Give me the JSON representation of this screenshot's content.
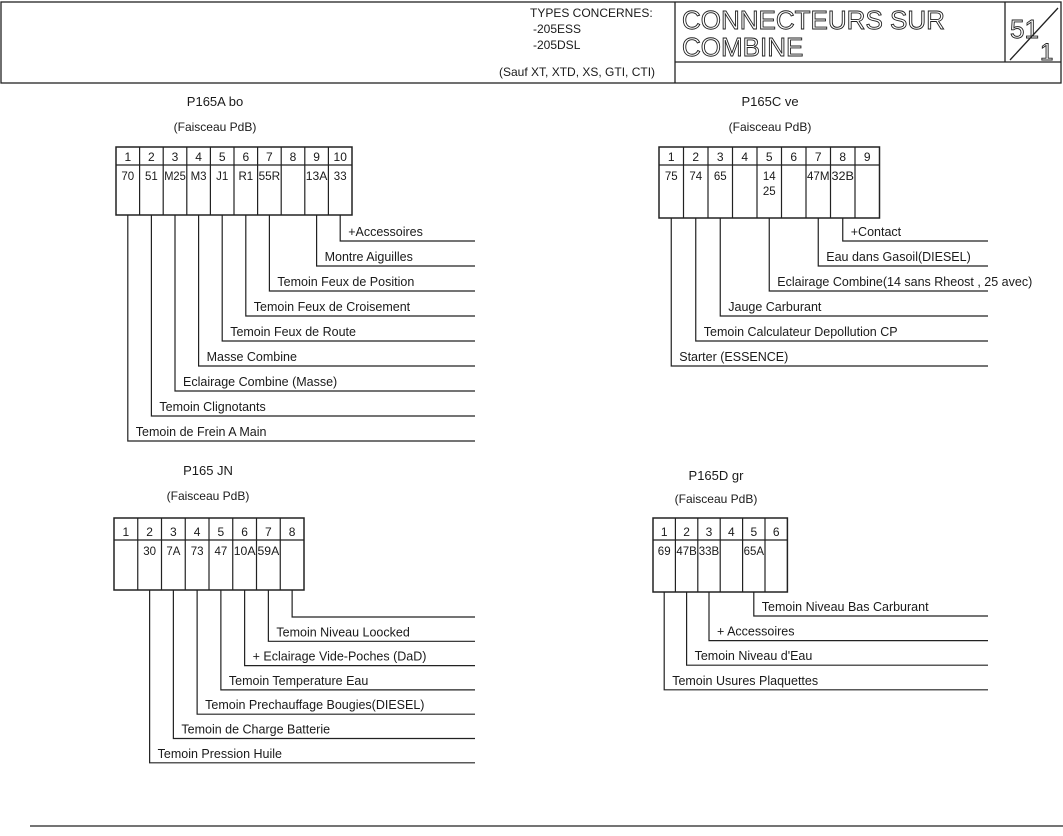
{
  "header": {
    "types_title": "TYPES CONCERNES:",
    "types": [
      "-205ESS",
      "-205DSL"
    ],
    "exclusions": "(Sauf XT, XTD, XS, GTI, CTI)",
    "title_line1": "CONNECTEURS SUR",
    "title_line2": "COMBINE",
    "page_number": "51",
    "page_sub": "1"
  },
  "connectors": [
    {
      "id": "p165a",
      "name": "P165A bo",
      "harness": "(Faisceau PdB)",
      "pins": [
        "1",
        "2",
        "3",
        "4",
        "5",
        "6",
        "7",
        "8",
        "9",
        "10"
      ],
      "wires": [
        "70",
        "51",
        "M25",
        "M3",
        "J1",
        "R1",
        "55R",
        "",
        "13A",
        "33"
      ],
      "functions": [
        {
          "pin": 10,
          "label": "+Accessoires"
        },
        {
          "pin": 9,
          "label": "Montre Aiguilles"
        },
        {
          "pin": 7,
          "label": "Temoin Feux de Position"
        },
        {
          "pin": 6,
          "label": "Temoin Feux de Croisement"
        },
        {
          "pin": 5,
          "label": "Temoin Feux de Route"
        },
        {
          "pin": 4,
          "label": "Masse Combine"
        },
        {
          "pin": 3,
          "label": "Eclairage Combine (Masse)"
        },
        {
          "pin": 2,
          "label": "Temoin Clignotants"
        },
        {
          "pin": 1,
          "label": "Temoin de Frein A Main"
        }
      ]
    },
    {
      "id": "p165c",
      "name": "P165C ve",
      "harness": "(Faisceau PdB)",
      "pins": [
        "1",
        "2",
        "3",
        "4",
        "5",
        "6",
        "7",
        "8",
        "9"
      ],
      "wires": [
        "75",
        "74",
        "65",
        "",
        "14\n25",
        "",
        "47M",
        "32B",
        ""
      ],
      "functions": [
        {
          "pin": 8,
          "label": "+Contact"
        },
        {
          "pin": 7,
          "label": "Eau dans Gasoil(DIESEL)"
        },
        {
          "pin": 5,
          "label": "Eclairage Combine(14 sans Rheost , 25 avec)"
        },
        {
          "pin": 3,
          "label": "Jauge Carburant"
        },
        {
          "pin": 2,
          "label": "Temoin Calculateur Depollution CP"
        },
        {
          "pin": 1,
          "label": "Starter (ESSENCE)"
        }
      ]
    },
    {
      "id": "p165",
      "name": "P165 JN",
      "harness": "(Faisceau PdB)",
      "pins": [
        "1",
        "2",
        "3",
        "4",
        "5",
        "6",
        "7",
        "8"
      ],
      "wires": [
        "",
        "30",
        "7A",
        "73",
        "47",
        "10A",
        "59A",
        ""
      ],
      "functions": [
        {
          "pin": 8,
          "label": ""
        },
        {
          "pin": 7,
          "label": "Temoin Niveau Loocked"
        },
        {
          "pin": 6,
          "label": "+ Eclairage Vide-Poches (DaD)"
        },
        {
          "pin": 5,
          "label": "Temoin Temperature Eau"
        },
        {
          "pin": 4,
          "label": "Temoin Prechauffage Bougies(DIESEL)"
        },
        {
          "pin": 3,
          "label": "Temoin de Charge Batterie"
        },
        {
          "pin": 2,
          "label": "Temoin Pression Huile"
        }
      ]
    },
    {
      "id": "p165d",
      "name": "P165D gr",
      "harness": "(Faisceau PdB)",
      "pins": [
        "1",
        "2",
        "3",
        "4",
        "5",
        "6"
      ],
      "wires": [
        "69",
        "47B",
        "33B",
        "",
        "65A",
        ""
      ],
      "functions": [
        {
          "pin": 5,
          "label": "Temoin Niveau Bas Carburant"
        },
        {
          "pin": 3,
          "label": "+ Accessoires"
        },
        {
          "pin": 2,
          "label": "Temoin Niveau d'Eau"
        },
        {
          "pin": 1,
          "label": "Temoin Usures Plaquettes"
        }
      ]
    }
  ]
}
